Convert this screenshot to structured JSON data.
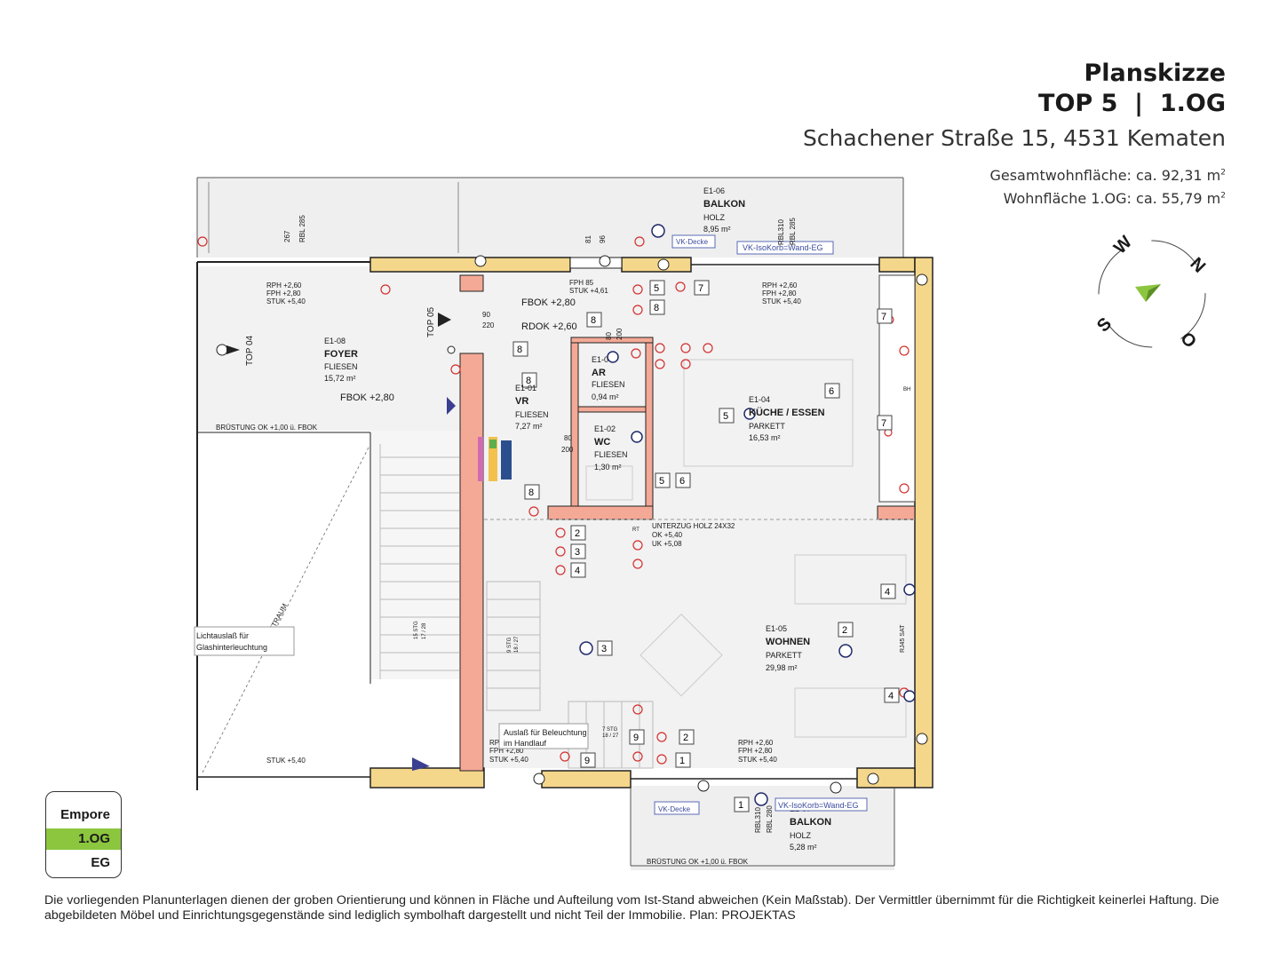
{
  "header": {
    "title": "Planskizze",
    "unit_floor": "TOP 5  |  1.OG",
    "address": "Schachener Straße 15, 4531 Kematen",
    "area_total": "Gesamtwohnfläche: ca. 92,31 m",
    "area_floor": "Wohnfläche 1.OG: ca. 55,79 m",
    "sup": "2"
  },
  "compass": {
    "w": "W",
    "n": "N",
    "o": "O",
    "s": "S"
  },
  "rooms": {
    "balkon_top": {
      "id": "E1-06",
      "name": "BALKON",
      "floor": "HOLZ",
      "area": "8,95 m²"
    },
    "foyer": {
      "id": "E1-08",
      "name": "FOYER",
      "floor": "FLIESEN",
      "area": "15,72 m²"
    },
    "ar": {
      "id": "E1-0",
      "name": "AR",
      "floor": "FLIESEN",
      "area": "0,94 m²"
    },
    "vr": {
      "id": "E1-01",
      "name": "VR",
      "floor": "FLIESEN",
      "area": "7,27 m²"
    },
    "wc": {
      "id": "E1-02",
      "name": "WC",
      "floor": "FLIESEN",
      "area": "1,30 m²"
    },
    "kueche": {
      "id": "E1-04",
      "name": "KÜCHE / ESSEN",
      "floor": "PARKETT",
      "area": "16,53 m²"
    },
    "wohnen": {
      "id": "E1-05",
      "name": "WOHNEN",
      "floor": "PARKETT",
      "area": "29,98 m²"
    },
    "balkon_bottom": {
      "id": "E1-07",
      "name": "BALKON",
      "floor": "HOLZ",
      "area": "5,28 m²"
    }
  },
  "annotations": {
    "rph_foyer": "RPH +2,60",
    "fph_foyer": "FPH +2,80",
    "stuk_foyer": "STUK +5,40",
    "rph_kitchen": "RPH +2,60",
    "fph_kitchen": "FPH +2,80",
    "stuk_kitchen": "STUK +5,40",
    "rph_living": "RPH +2,60",
    "fph_living": "FPH +2,80",
    "stuk_living": "STUK +5,40",
    "rph_stair": "RPH +2,60",
    "fph_stair": "FPH +2,80",
    "stuk_stair": "STUK +5,40",
    "fph85": "FPH 85",
    "stuk461": "STUK +4,61",
    "fbok1": "FBOK +2,80",
    "rdok": "RDOK +2,60",
    "fbok2": "FBOK +2,80",
    "bruestung_left": "BRÜSTUNG OK +1,00 ü. FBOK",
    "bruestung_bottom": "BRÜSTUNG OK +1,00 ü. FBOK",
    "stuk_left": "STUK +5,40",
    "top04": "TOP 04",
    "top05": "TOP 05",
    "luftraum": "LUFTRAUM",
    "lichtauslass1": "Lichtauslaß für",
    "lichtauslass2": "Glashinterleuchtung",
    "auslass1": "Auslaß für Beleuchtung",
    "auslass2": "im Handlauf",
    "unterzug1": "UNTERZUG HOLZ 24X32",
    "unterzug2": "OK +5,40",
    "unterzug3": "UK +5,08",
    "vk_decke_top": "VK-Decke",
    "vk_isokorb_top": "VK-IsoKorb=Wand-EG",
    "vk_decke_bottom": "VK-Decke",
    "vk_isokorb_bottom": "VK-IsoKorb=Wand-EG",
    "rbl285": "RBL 285",
    "h267": "267",
    "rbl310": "RBL310",
    "rbl285b": "RBL 285",
    "rbl310b": "RBL310",
    "rbl280": "RBL 280",
    "d81": "81",
    "d96": "96",
    "door90": "90",
    "door220": "220",
    "door80": "80",
    "door200": "200",
    "door80b": "80",
    "door200b": "200",
    "stg15": "15 STG",
    "stg15b": "17 / 28",
    "stg9": "9 STG",
    "stg9b": "18 / 27",
    "stg7": "7 STG",
    "stg7b": "18 / 27",
    "sat": "RJ45 SAT",
    "rt": "RT",
    "bh": "BH"
  },
  "numbers": [
    "2",
    "3",
    "4",
    "5",
    "6",
    "7",
    "8",
    "9",
    "1"
  ],
  "legend": {
    "top": "Empore",
    "active": "1.OG",
    "bottom": "EG"
  },
  "disclaimer": "Die vorliegenden Planunterlagen dienen der groben Orientierung und können in Fläche und Aufteilung vom Ist-Stand abweichen (Kein Maßstab). Der Vermittler übernimmt für die Richtigkeit keinerlei Haftung. Die abgebildeten Möbel und Einrichtungsgegenstände sind lediglich symbolhaft dargestellt und nicht Teil der Immobilie. Plan: PROJEKTAS",
  "colors": {
    "wall": "#f4a996",
    "insulation": "#f5d78c",
    "accent": "#8cc63f",
    "outline": "#222222",
    "electrical": "#d32f2f"
  }
}
